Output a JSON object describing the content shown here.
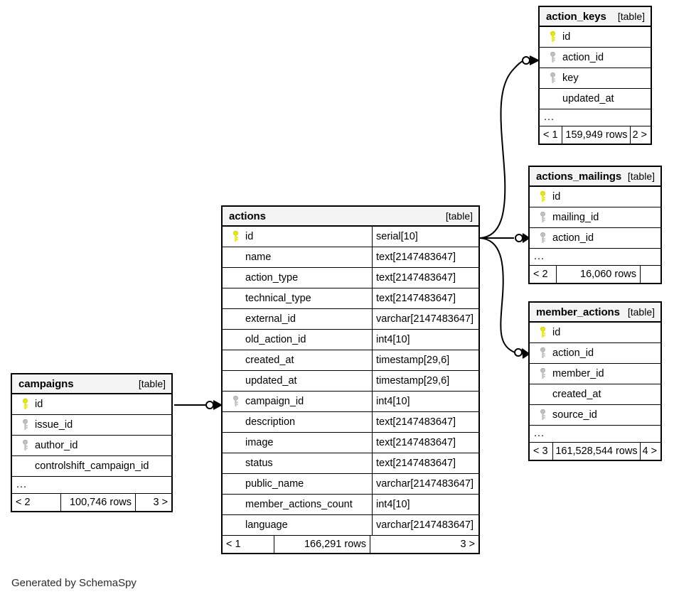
{
  "diagram": {
    "caption": "Generated by SchemaSpy",
    "table_tag": "[table]",
    "ellipsis": "...",
    "icons": {
      "primary_key": "key-icon",
      "foreign_key": "key-icon"
    },
    "colors": {
      "primary_key": "#e8e800",
      "foreign_key": "#b8b8b8",
      "border": "#000000",
      "header_bg": "#f4f4f4",
      "background": "#ffffff"
    }
  },
  "tables": {
    "action_keys": {
      "name": "action_keys",
      "tag": "[table]",
      "columns": [
        {
          "name": "id",
          "key": "primary"
        },
        {
          "name": "action_id",
          "key": "foreign"
        },
        {
          "name": "key",
          "key": "foreign"
        },
        {
          "name": "updated_at",
          "key": "none"
        }
      ],
      "more": "...",
      "footer": {
        "prev": "< 1",
        "rows": "159,949 rows",
        "next": "2 >"
      }
    },
    "actions_mailings": {
      "name": "actions_mailings",
      "tag": "[table]",
      "columns": [
        {
          "name": "id",
          "key": "primary"
        },
        {
          "name": "mailing_id",
          "key": "foreign"
        },
        {
          "name": "action_id",
          "key": "foreign"
        }
      ],
      "more": "...",
      "footer": {
        "prev": "< 2",
        "rows": "16,060 rows",
        "next": ""
      }
    },
    "member_actions": {
      "name": "member_actions",
      "tag": "[table]",
      "columns": [
        {
          "name": "id",
          "key": "primary"
        },
        {
          "name": "action_id",
          "key": "foreign"
        },
        {
          "name": "member_id",
          "key": "foreign"
        },
        {
          "name": "created_at",
          "key": "none"
        },
        {
          "name": "source_id",
          "key": "foreign"
        }
      ],
      "more": "...",
      "footer": {
        "prev": "< 3",
        "rows": "161,528,544 rows",
        "next": "4 >"
      }
    },
    "campaigns": {
      "name": "campaigns",
      "tag": "[table]",
      "columns": [
        {
          "name": "id",
          "key": "primary"
        },
        {
          "name": "issue_id",
          "key": "foreign"
        },
        {
          "name": "author_id",
          "key": "foreign"
        },
        {
          "name": "controlshift_campaign_id",
          "key": "none"
        }
      ],
      "more": "...",
      "footer": {
        "prev": "< 2",
        "rows": "100,746 rows",
        "next": "3 >"
      }
    },
    "actions": {
      "name": "actions",
      "tag": "[table]",
      "columns": [
        {
          "name": "id",
          "type": "serial[10]",
          "key": "primary"
        },
        {
          "name": "name",
          "type": "text[2147483647]",
          "key": "none"
        },
        {
          "name": "action_type",
          "type": "text[2147483647]",
          "key": "none"
        },
        {
          "name": "technical_type",
          "type": "text[2147483647]",
          "key": "none"
        },
        {
          "name": "external_id",
          "type": "varchar[2147483647]",
          "key": "none"
        },
        {
          "name": "old_action_id",
          "type": "int4[10]",
          "key": "none"
        },
        {
          "name": "created_at",
          "type": "timestamp[29,6]",
          "key": "none"
        },
        {
          "name": "updated_at",
          "type": "timestamp[29,6]",
          "key": "none"
        },
        {
          "name": "campaign_id",
          "type": "int4[10]",
          "key": "foreign"
        },
        {
          "name": "description",
          "type": "text[2147483647]",
          "key": "none"
        },
        {
          "name": "image",
          "type": "text[2147483647]",
          "key": "none"
        },
        {
          "name": "status",
          "type": "text[2147483647]",
          "key": "none"
        },
        {
          "name": "public_name",
          "type": "varchar[2147483647]",
          "key": "none"
        },
        {
          "name": "member_actions_count",
          "type": "int4[10]",
          "key": "none"
        },
        {
          "name": "language",
          "type": "varchar[2147483647]",
          "key": "none"
        }
      ],
      "footer": {
        "prev": "< 1",
        "rows": "166,291 rows",
        "next": "3 >"
      }
    }
  },
  "relationships": [
    {
      "from": "actions.id",
      "to": "action_keys.action_id"
    },
    {
      "from": "actions.id",
      "to": "actions_mailings.action_id"
    },
    {
      "from": "actions.id",
      "to": "member_actions.action_id"
    },
    {
      "from": "campaigns.id",
      "to": "actions.campaign_id"
    }
  ]
}
